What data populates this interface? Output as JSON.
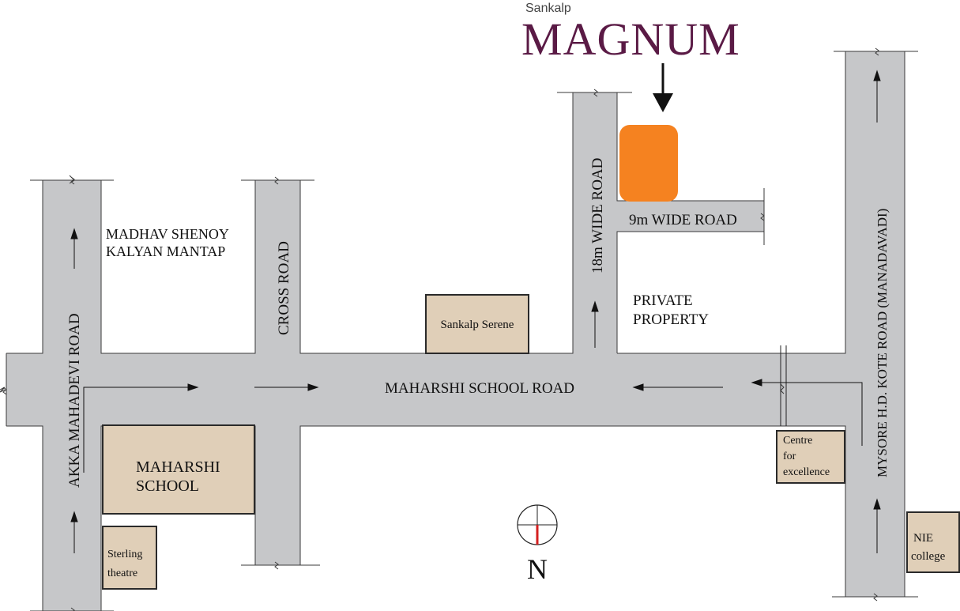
{
  "colors": {
    "road": "#c6c7c9",
    "road_edge": "#3a3a3a",
    "building": "#e0cfb8",
    "building_edge": "#2a2a2a",
    "project": "#f58220",
    "brand": "#5a1a45",
    "arrow": "#111111",
    "north_needle": "#d42020"
  },
  "brand": {
    "small": "Sankalp",
    "large": "MAGNUM"
  },
  "roads": {
    "akka": "AKKA MAHADEVI ROAD",
    "cross": "CROSS ROAD",
    "wide18": "18m WIDE ROAD",
    "wide9": "9m WIDE ROAD",
    "maharshi": "MAHARSHI SCHOOL ROAD",
    "mysore": "MYSORE H.D. KOTE ROAD (MANADAVADI)"
  },
  "landmarks": {
    "madhav_line1": "MADHAV SHENOY",
    "madhav_line2": "KALYAN MANTAP",
    "private_line1": "PRIVATE",
    "private_line2": "PROPERTY",
    "serene": "Sankalp Serene",
    "maharshi_line1": "MAHARSHI",
    "maharshi_line2": "SCHOOL",
    "sterling_line1": "Sterling",
    "sterling_line2": "theatre",
    "centre_line1": "Centre",
    "centre_line2": "for",
    "centre_line3": "excellence",
    "nie_line1": "NIE",
    "nie_line2": "college"
  },
  "compass": {
    "label": "N",
    "icon": "compass-icon"
  }
}
